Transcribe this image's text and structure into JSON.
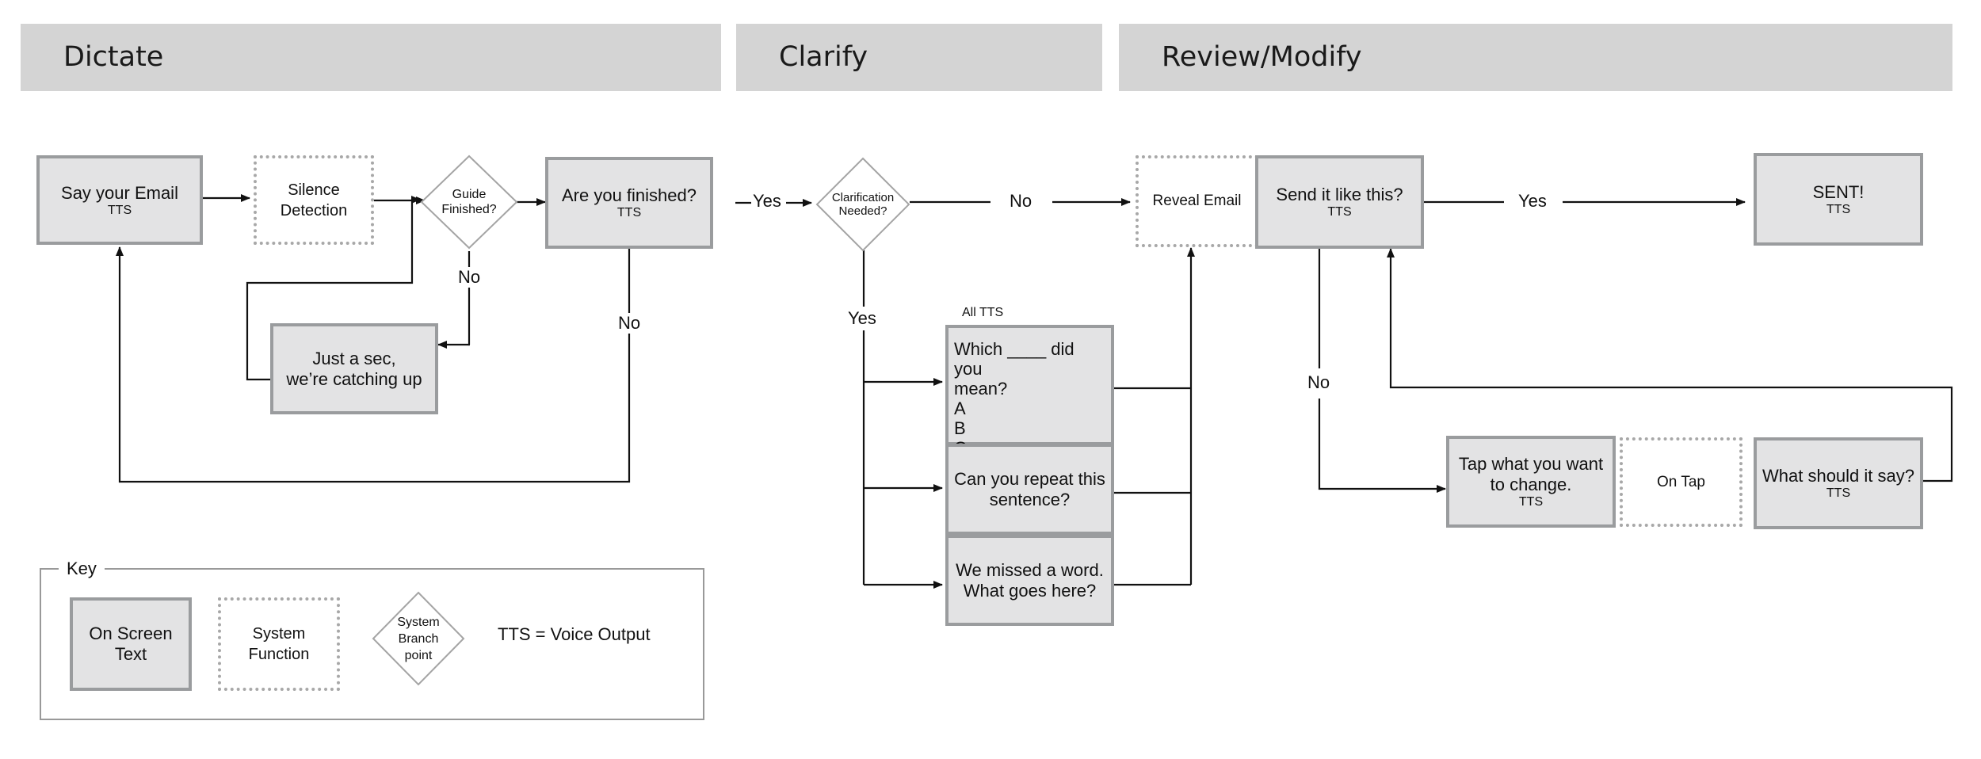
{
  "sections": {
    "dictate": "Dictate",
    "clarify": "Clarify",
    "review": "Review/Modify"
  },
  "nodes": {
    "say_email": {
      "title": "Say your Email",
      "sub": "TTS"
    },
    "silence": {
      "line1": "Silence",
      "line2": "Detection"
    },
    "guide_finished": {
      "line1": "Guide",
      "line2": "Finished?"
    },
    "are_you_finished": {
      "title": "Are you finished?",
      "sub": "TTS"
    },
    "just_a_sec": {
      "line1": "Just a sec,",
      "line2": "we’re catching up"
    },
    "clarification_needed": {
      "line1": "Clarification",
      "line2": "Needed?"
    },
    "all_tts": "All TTS",
    "which_mean": {
      "line1": "Which ____ did you",
      "line2": "mean?",
      "opt_a": "A",
      "opt_b": "B",
      "opt_c": "C"
    },
    "repeat_sentence": {
      "line1": "Can you repeat this",
      "line2": "sentence?"
    },
    "missed_word": {
      "line1": "We missed a word.",
      "line2": "What goes here?"
    },
    "reveal_email": "Reveal Email",
    "send_like_this": {
      "title": "Send it like this?",
      "sub": "TTS"
    },
    "sent": {
      "title": "SENT!",
      "sub": "TTS"
    },
    "tap_change": {
      "line1": "Tap what you want",
      "line2": "to change.",
      "sub": "TTS"
    },
    "on_tap": "On Tap",
    "what_say": {
      "title": "What should it say?",
      "sub": "TTS"
    }
  },
  "edge_labels": {
    "no_guide": "No",
    "no_finished": "No",
    "yes_finished": "Yes",
    "no_clarify": "No",
    "yes_clarify": "Yes",
    "yes_send": "Yes",
    "no_send": "No"
  },
  "key": {
    "title": "Key",
    "on_screen": {
      "line1": "On Screen",
      "line2": "Text"
    },
    "system_function": {
      "line1": "System",
      "line2": "Function"
    },
    "branch": {
      "line1": "System",
      "line2": "Branch",
      "line3": "point"
    },
    "tts_note": "TTS = Voice Output"
  },
  "colors": {
    "header_bg": "#d4d4d4",
    "box_fill": "#e3e3e4",
    "box_border": "#9a9c9e",
    "line": "#111111"
  }
}
